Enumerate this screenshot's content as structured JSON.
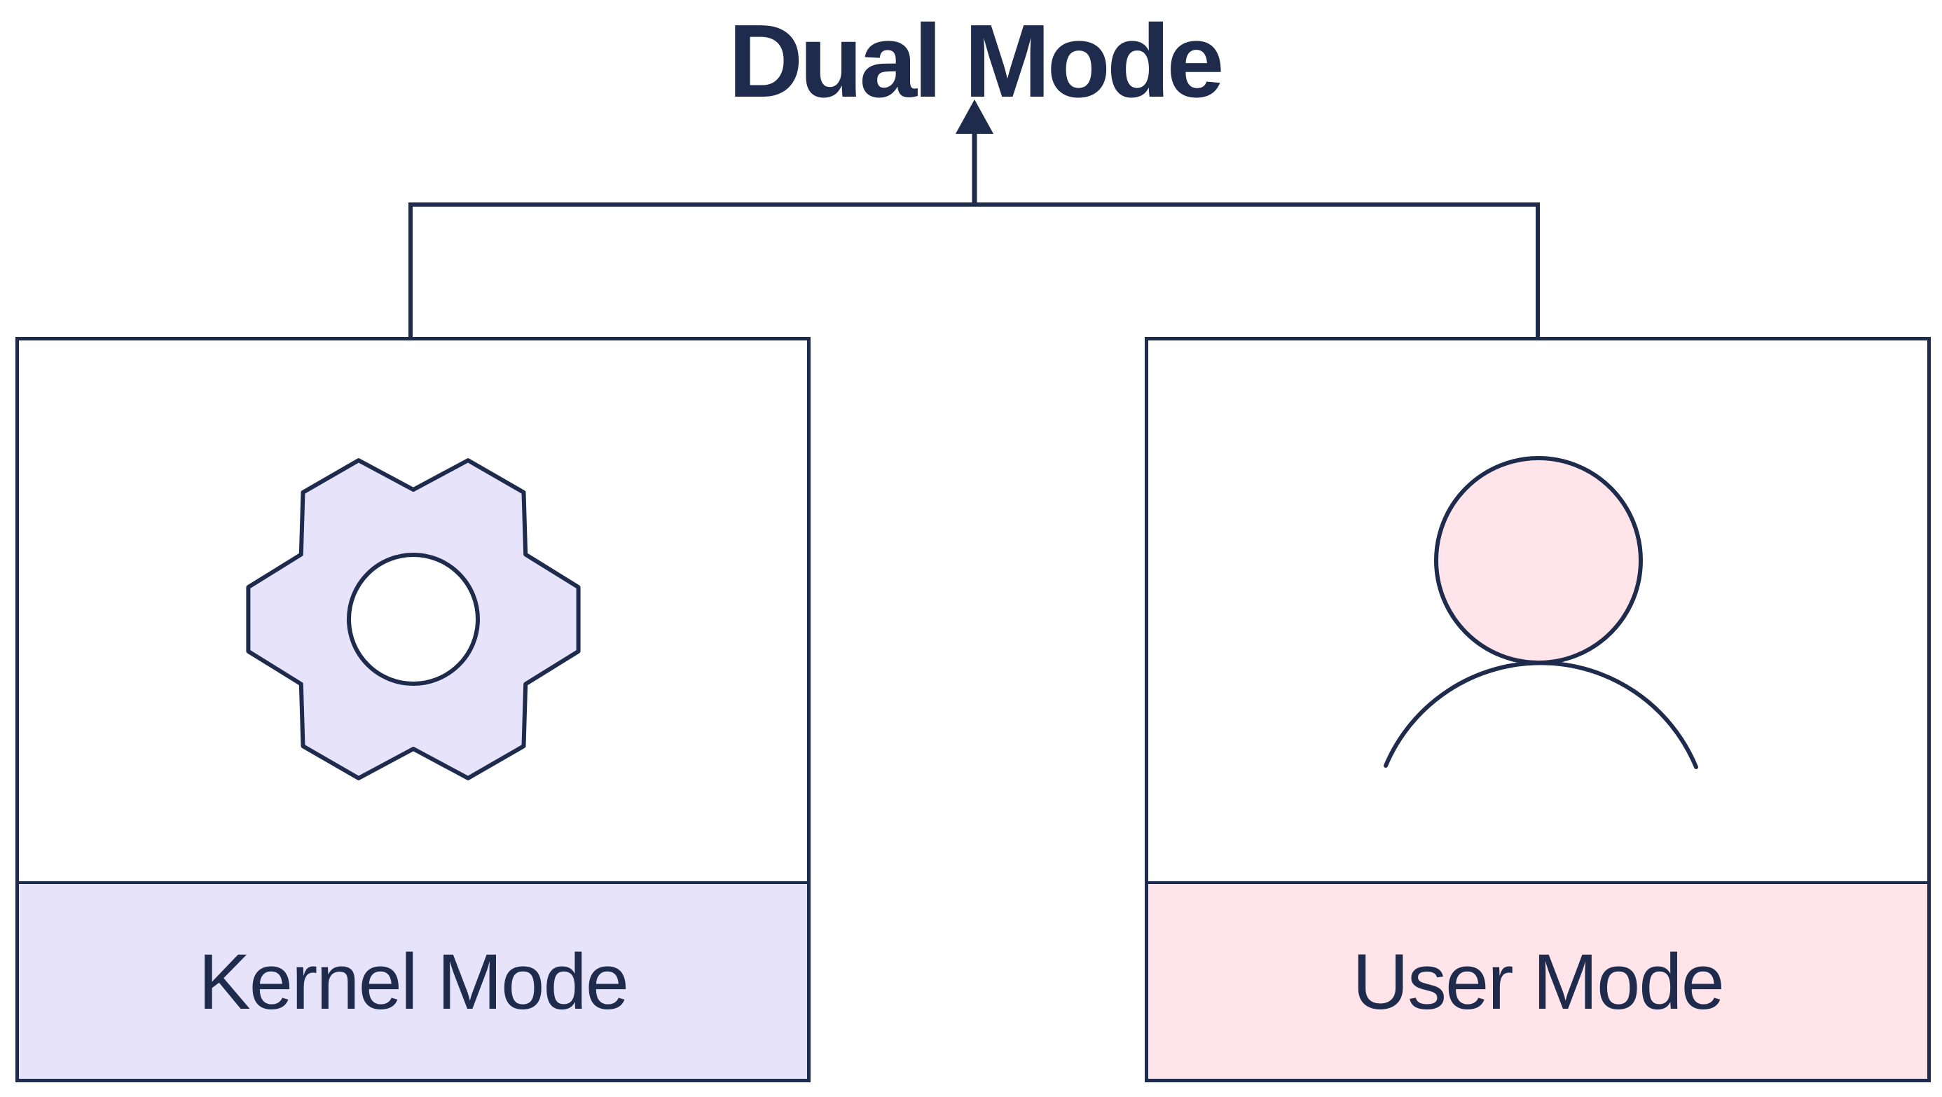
{
  "diagram": {
    "title": "Dual Mode",
    "arrow_direction": "up",
    "nodes": [
      {
        "id": "kernel",
        "label": "Kernel Mode",
        "icon": "gear-icon",
        "fill_color": "#e6e3fa"
      },
      {
        "id": "user",
        "label": "User Mode",
        "icon": "person-icon",
        "fill_color": "#ffe4e9"
      }
    ]
  },
  "colors": {
    "navy": "#1e2b4c",
    "lavender": "#e6e3fa",
    "pink": "#ffe4e9",
    "background": "#ffffff"
  }
}
